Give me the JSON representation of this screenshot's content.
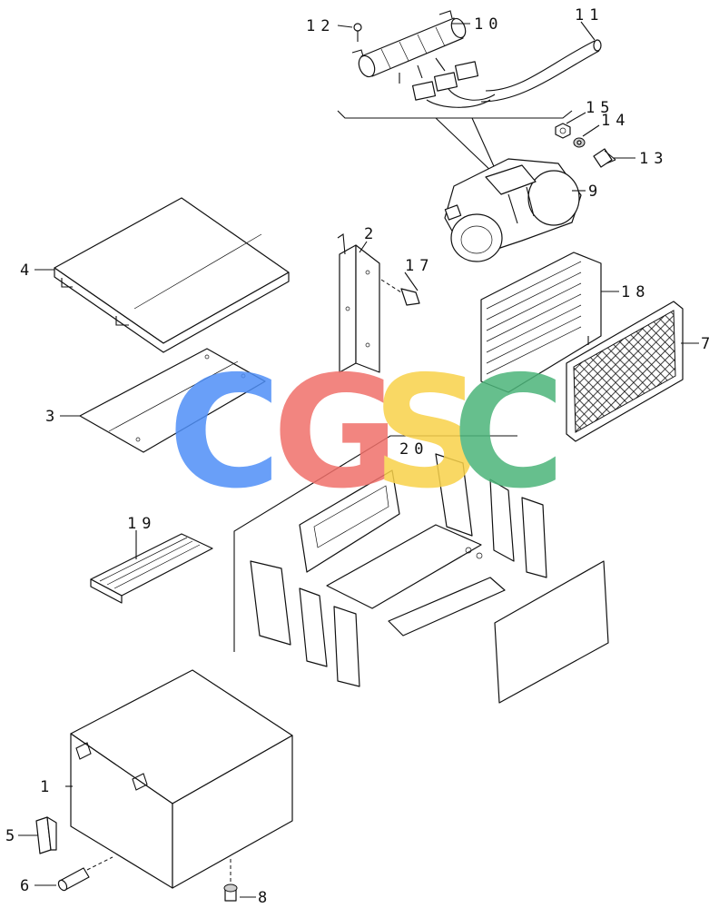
{
  "watermark": {
    "letters": [
      "C",
      "G",
      "S",
      "C"
    ],
    "colors": [
      "#4f8ff7",
      "#f0706a",
      "#f9d24a",
      "#4cb57a"
    ]
  },
  "callouts": [
    {
      "id": "1",
      "text": "1"
    },
    {
      "id": "2",
      "text": "2"
    },
    {
      "id": "3",
      "text": "3"
    },
    {
      "id": "4",
      "text": "4"
    },
    {
      "id": "5",
      "text": "5"
    },
    {
      "id": "6",
      "text": "6"
    },
    {
      "id": "7",
      "text": "7"
    },
    {
      "id": "8",
      "text": "8"
    },
    {
      "id": "9",
      "text": "9"
    },
    {
      "id": "10",
      "text": "10"
    },
    {
      "id": "11",
      "text": "11"
    },
    {
      "id": "12",
      "text": "12"
    },
    {
      "id": "13",
      "text": "13"
    },
    {
      "id": "14",
      "text": "14"
    },
    {
      "id": "15",
      "text": "15"
    },
    {
      "id": "17",
      "text": "17"
    },
    {
      "id": "18",
      "text": "18"
    },
    {
      "id": "19",
      "text": "19"
    },
    {
      "id": "20",
      "text": "20"
    }
  ]
}
